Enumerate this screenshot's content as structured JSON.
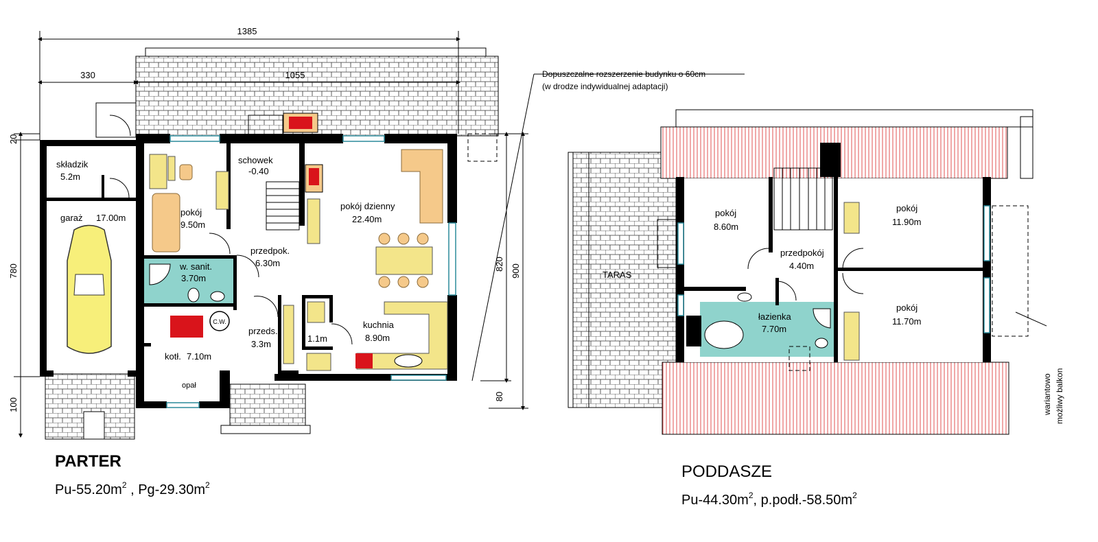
{
  "ground_floor": {
    "title": "PARTER",
    "area_line_pu": "Pu-55.20m",
    "area_line_sep": " ,  ",
    "area_line_pg": "Pg-29.30m",
    "sup": "2",
    "dimensions": {
      "total_width": "1385",
      "left_part": "330",
      "right_part": "1055",
      "left_top": "20",
      "left_height": "780",
      "left_bottom": "100",
      "right_inner": "820",
      "right_outer": "900",
      "right_bottom": "80"
    },
    "rooms": [
      {
        "name": "składzik",
        "area": "5.2m"
      },
      {
        "name": "garaż",
        "area": "17.00m"
      },
      {
        "name": "pokój",
        "area": "9.50m"
      },
      {
        "name": "schowek",
        "area": "-0.40"
      },
      {
        "name": "pokój dzienny",
        "area": "22.40m"
      },
      {
        "name": "przedpok.",
        "area": "6.30m"
      },
      {
        "name": "w. sanit.",
        "area": "3.70m"
      },
      {
        "name": "kuchnia",
        "area": "8.90m"
      },
      {
        "name": "przeds.",
        "area": "3.3m"
      },
      {
        "name": "",
        "area": "1.1m"
      },
      {
        "name": "kotł.",
        "area": "7.10m"
      }
    ],
    "labels": {
      "cw": "C.W.",
      "fuel": "opał"
    }
  },
  "attic": {
    "title": "PODDASZE",
    "area_line_pu": "Pu-44.30m",
    "area_line_sep": ",  ",
    "area_line_pp": "p.podł.-58.50m",
    "sup": "2",
    "rooms": [
      {
        "name": "pokój",
        "area": "8.60m"
      },
      {
        "name": "przedpokój",
        "area": "4.40m"
      },
      {
        "name": "pokój",
        "area": "11.90m"
      },
      {
        "name": "pokój",
        "area": "11.70m"
      },
      {
        "name": "łazienka",
        "area": "7.70m"
      }
    ],
    "terrace": "TARAS",
    "balcony_line1": "wariantowo",
    "balcony_line2": "możliwy balkon"
  },
  "note": {
    "line1": "Dopuszczalne rozszerzenie budynku o 60cm",
    "line2": "(w drodze indywidualnej adaptacji)"
  },
  "colors": {
    "furniture": "#f3e58a",
    "sofa": "#f5c98a",
    "bathroom": "#8fd3cc",
    "roof": "#e05050",
    "appliance_red": "#d9141b"
  }
}
